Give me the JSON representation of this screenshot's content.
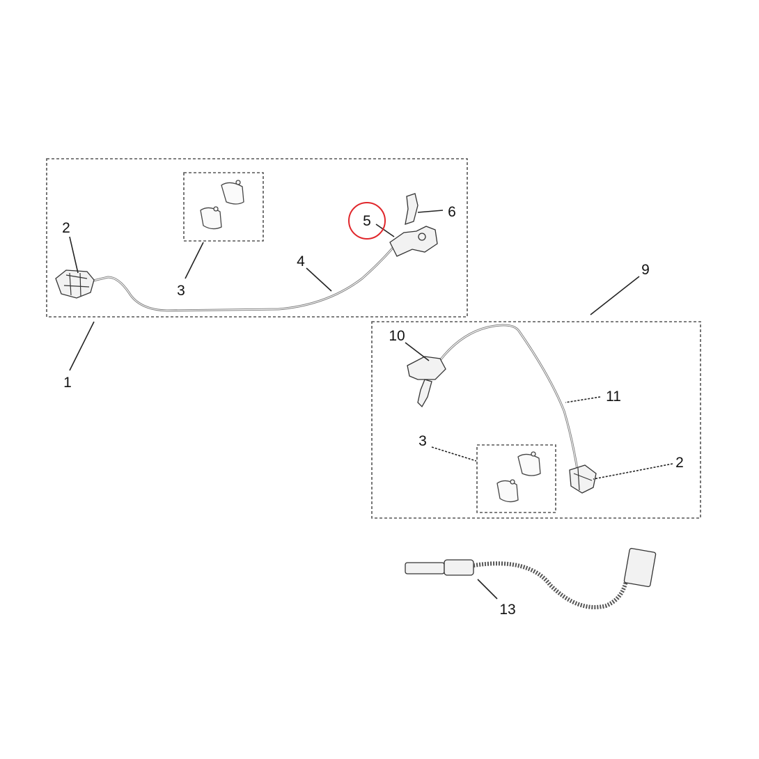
{
  "callouts": {
    "c1": "1",
    "c2_left": "2",
    "c3_left": "3",
    "c4": "4",
    "c5": "5",
    "c6": "6",
    "c9": "9",
    "c10": "10",
    "c11": "11",
    "c3_right": "3",
    "c2_right": "2",
    "c13": "13"
  },
  "highlight_color": "#e0262b"
}
